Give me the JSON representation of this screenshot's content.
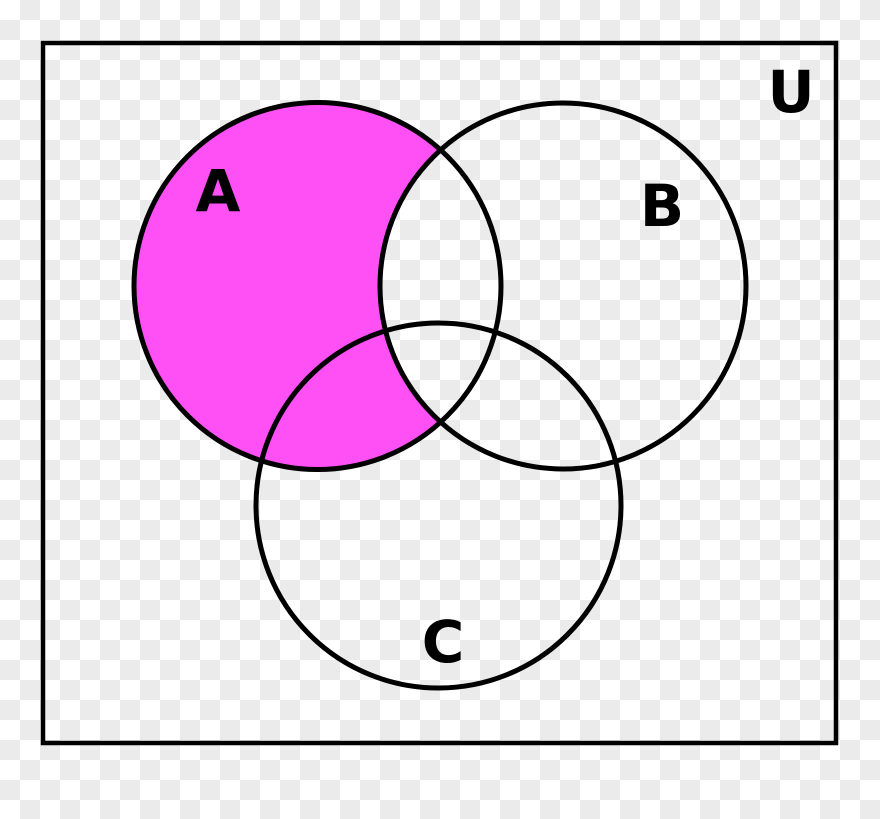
{
  "diagram": {
    "type": "venn",
    "universe_label": "U",
    "sets": [
      {
        "id": "A",
        "label": "A"
      },
      {
        "id": "B",
        "label": "B"
      },
      {
        "id": "C",
        "label": "C"
      }
    ],
    "shaded_region": "A − B",
    "shaded_color": "#ff50f5",
    "stroke_color": "#000000",
    "background": "transparent (checkerboard)"
  }
}
